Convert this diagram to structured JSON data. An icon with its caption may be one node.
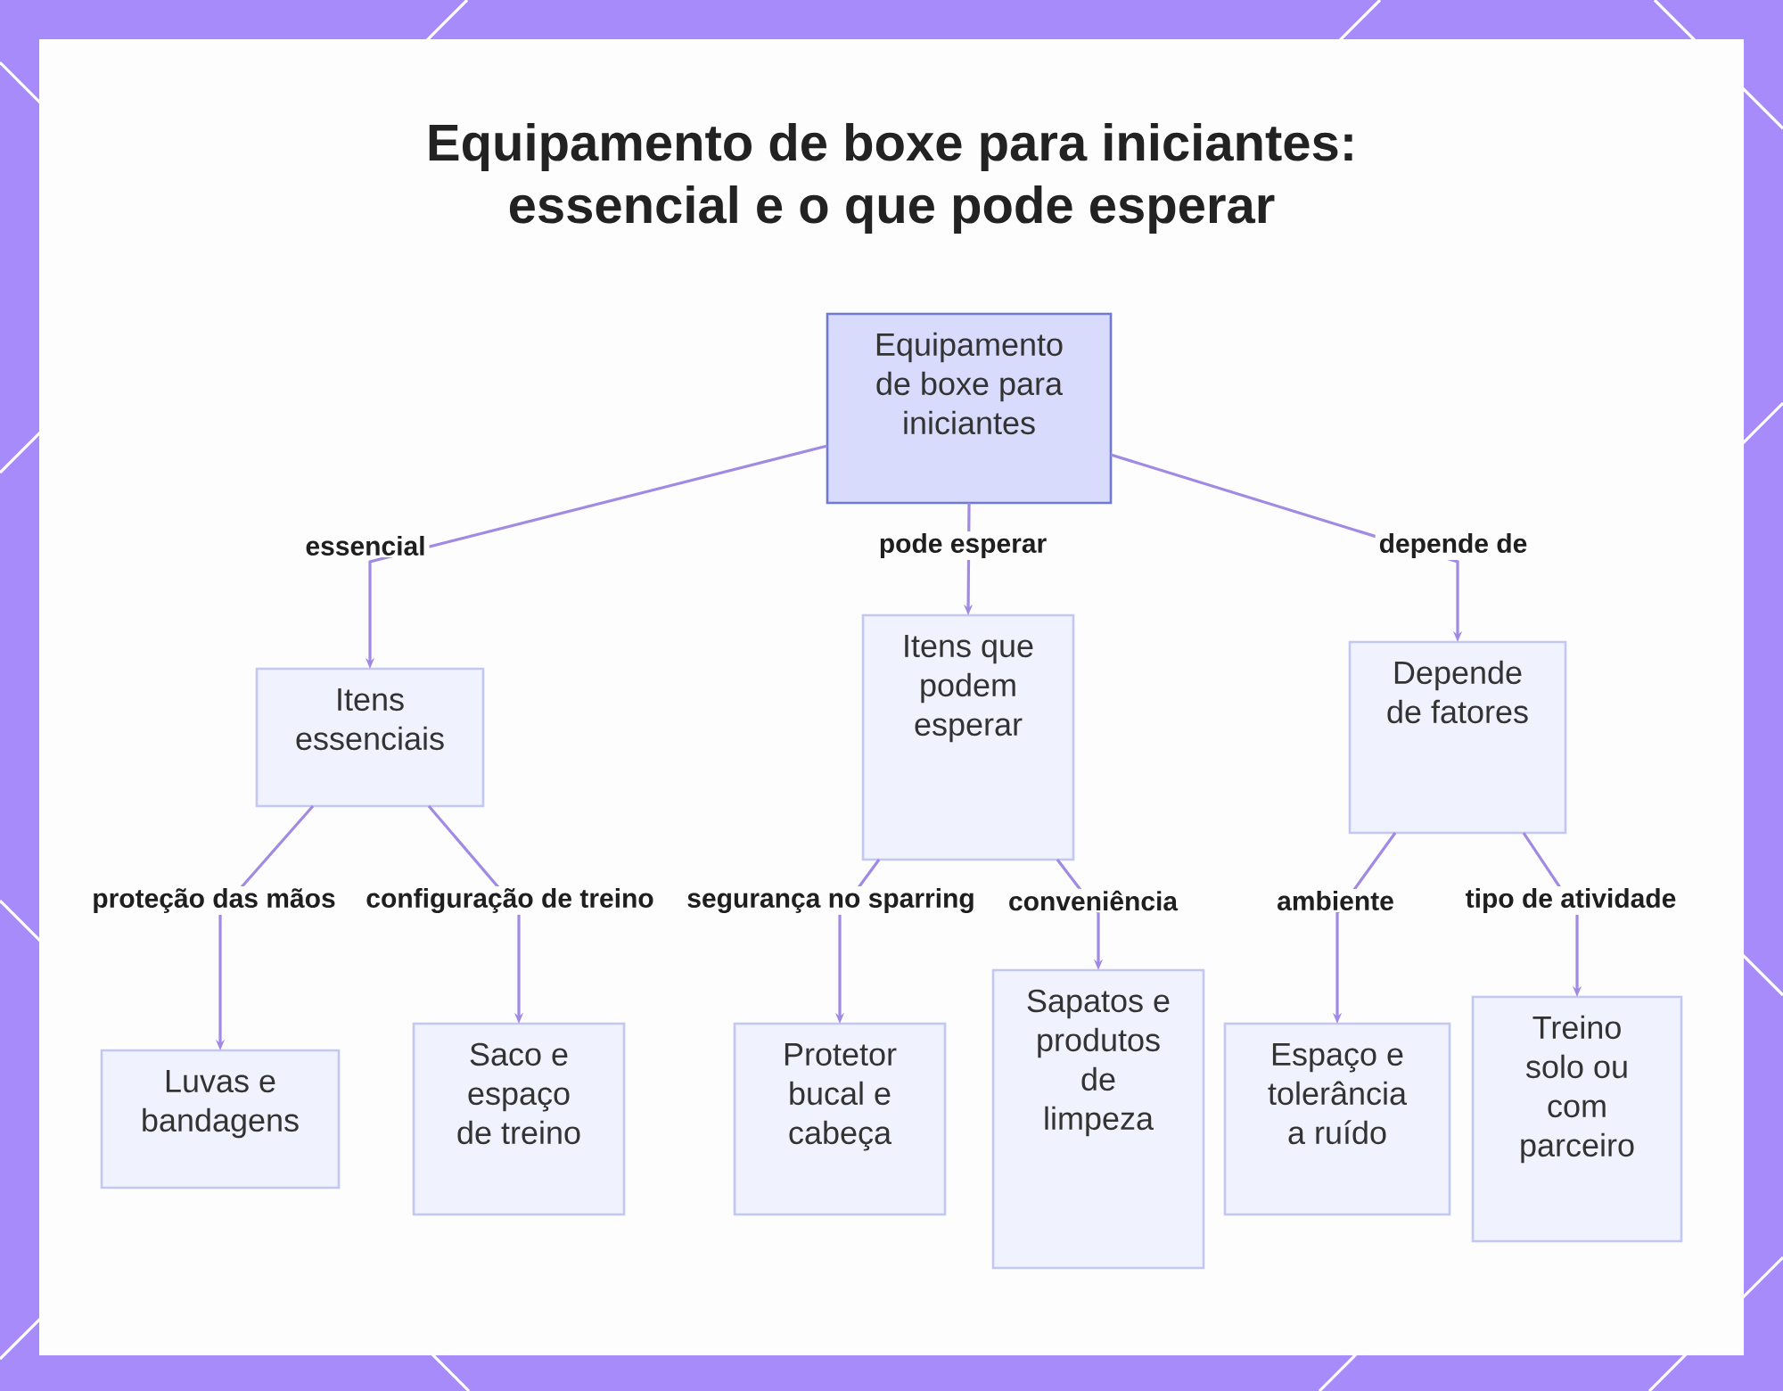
{
  "diagram": {
    "title": "Equipamento de boxe para iniciantes: essencial e o que pode esperar",
    "nodes": [
      {
        "text": [
          "Equipamento de boxe para iniciantes"
        ]
      },
      {
        "text": [
          "Itens essenciais"
        ]
      },
      {
        "text": [
          "Itens que podem esperar"
        ]
      },
      {
        "text": [
          "Depende de fatores"
        ]
      },
      {
        "text": [
          "Luvas e bandagens"
        ]
      },
      {
        "text": [
          "Saco e espaço de treino"
        ]
      },
      {
        "text": [
          "Protetor bucal e cabeça"
        ]
      },
      {
        "text": [
          "Sapatos e produtos de limpeza"
        ]
      },
      {
        "text": [
          "Espaço e tolerância a ruído"
        ]
      },
      {
        "text": [
          "Treino solo ou com parceiro"
        ]
      }
    ],
    "edges": [
      {
        "from": 0,
        "to": 1,
        "arrow": "to",
        "label": "essencial"
      },
      {
        "from": 0,
        "to": 2,
        "arrow": "to",
        "label": "pode esperar"
      },
      {
        "from": 0,
        "to": 3,
        "arrow": "to",
        "label": "depende de"
      },
      {
        "from": 1,
        "to": 4,
        "arrow": "to",
        "label": "proteção das mãos"
      },
      {
        "from": 1,
        "to": 5,
        "arrow": "to",
        "label": "configuração de treino"
      },
      {
        "from": 2,
        "to": 6,
        "arrow": "to",
        "label": "segurança no sparring"
      },
      {
        "from": 2,
        "to": 7,
        "arrow": "to",
        "label": "conveniência"
      },
      {
        "from": 3,
        "to": 8,
        "arrow": "to",
        "label": "ambiente"
      },
      {
        "from": 3,
        "to": 9,
        "arrow": "to",
        "label": "tipo de atividade"
      }
    ]
  }
}
